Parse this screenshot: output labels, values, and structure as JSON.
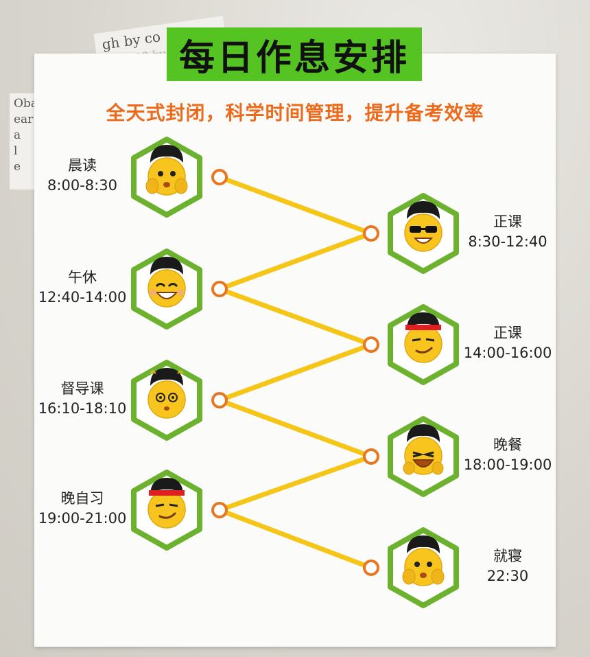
{
  "header": {
    "title": "每日作息安排",
    "subtitle": "全天式封闭，科学时间管理，提升备考效率"
  },
  "background_text": {
    "top_scrap_line1": "gh by co",
    "top_scrap_line2": "he 2012 bu",
    "left_scrap_lines": [
      "Oba",
      "ear",
      "a",
      "l",
      "e"
    ]
  },
  "colors": {
    "title_green": "#55c423",
    "hex_green": "#6cb22e",
    "subtitle_orange": "#ec6a1c",
    "line_yellow": "#f5c518",
    "node_orange": "#e87722",
    "face_yellow": "#f7c51e"
  },
  "schedule": {
    "left": [
      {
        "name": "晨读",
        "time": "8:00-8:30",
        "icon": "face-covering-cheeks-icon"
      },
      {
        "name": "午休",
        "time": "12:40-14:00",
        "icon": "grinning-face-icon"
      },
      {
        "name": "督导课",
        "time": "16:10-18:10",
        "icon": "dizzy-face-icon"
      },
      {
        "name": "晚自习",
        "time": "19:00-21:00",
        "icon": "headband-smirk-face-icon"
      }
    ],
    "right": [
      {
        "name": "正课",
        "time": "8:30-12:40",
        "icon": "sunglasses-face-icon"
      },
      {
        "name": "正课",
        "time": "14:00-16:00",
        "icon": "headband-smirk-face-icon"
      },
      {
        "name": "晚餐",
        "time": "18:00-19:00",
        "icon": "laughing-face-icon"
      },
      {
        "name": "就寝",
        "time": "22:30",
        "icon": "face-covering-cheeks-icon"
      }
    ]
  }
}
